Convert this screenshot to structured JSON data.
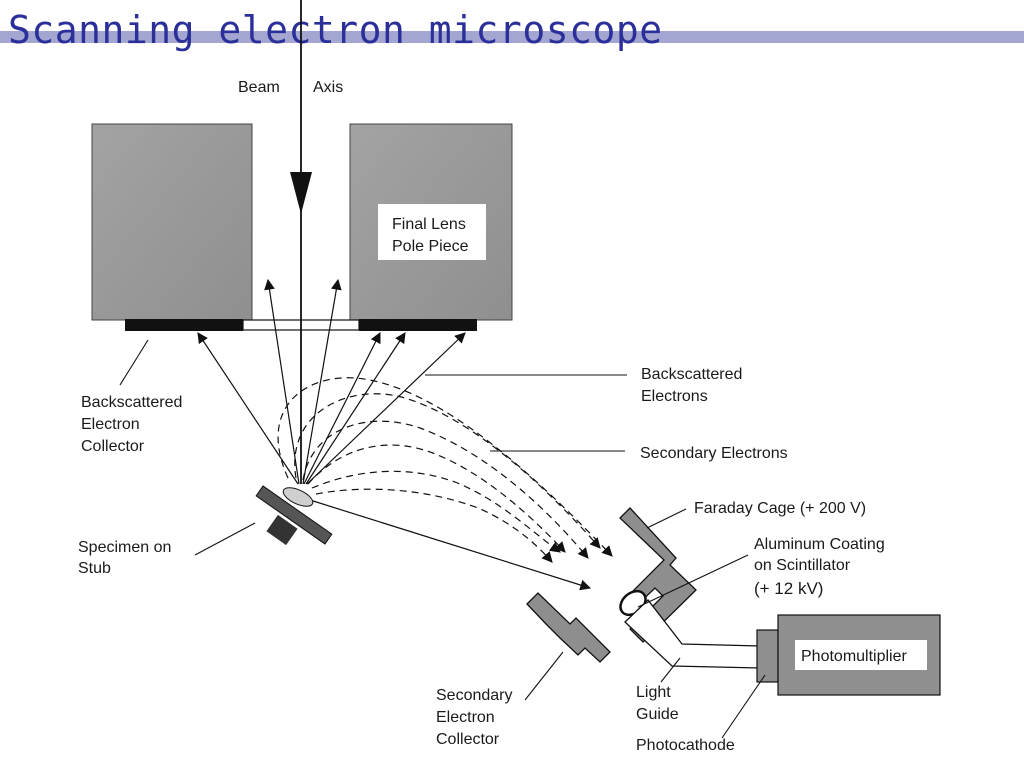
{
  "slide": {
    "title": "Scanning electron microscope"
  },
  "diagram": {
    "beam_label": "Beam",
    "axis_label": "Axis",
    "pole_piece_label_line1": "Final Lens",
    "pole_piece_label_line2": "Pole Piece",
    "bse_collector_label_line1": "Backscattered",
    "bse_collector_label_line2": "Electron",
    "bse_collector_label_line3": "Collector",
    "backscattered_label_line1": "Backscattered",
    "backscattered_label_line2": "Electrons",
    "secondary_label": "Secondary Electrons",
    "specimen_label_line1": "Specimen on",
    "specimen_label_line2": "Stub",
    "faraday_label": "Faraday Cage (+ 200 V)",
    "aluminum_label_line1": "Aluminum Coating",
    "aluminum_label_line2": "on Scintillator",
    "aluminum_label_line3": "(+ 12  kV)",
    "photomultiplier_label": "Photomultiplier",
    "se_collector_label_line1": "Secondary",
    "se_collector_label_line2": "Electron",
    "se_collector_label_line3": "Collector",
    "light_guide_label_line1": "Light",
    "light_guide_label_line2": "Guide",
    "photocathode_label": "Photocathode"
  }
}
